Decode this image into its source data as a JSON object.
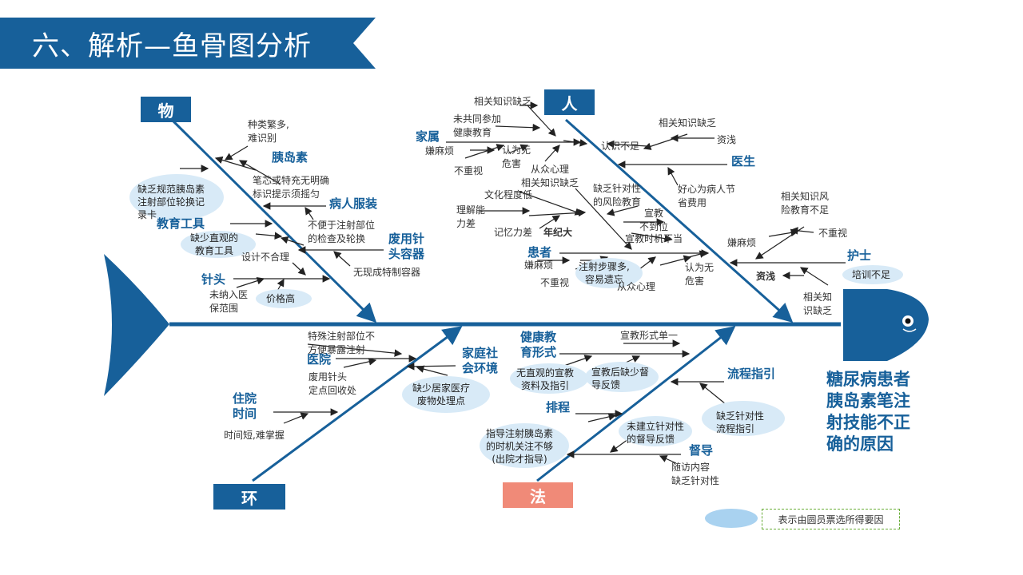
{
  "title": "六、解析—鱼骨图分析",
  "categories": {
    "wu": "物",
    "ren": "人",
    "huan": "环",
    "fa": "法"
  },
  "conclusion": [
    "糖尿病患者",
    "胰岛素笔注",
    "射技能不正",
    "确的原因"
  ],
  "legend": "表示由圆员票选所得要因",
  "wu": {
    "insulin": "胰岛素",
    "insulin_sub1": [
      "种类繁多,",
      "难识别"
    ],
    "insulin_sub2": [
      "笔芯或特充无明确",
      "标识提示须摇匀"
    ],
    "clothing": "病人服装",
    "clothing_sub": [
      "不便于注射部位",
      "的检查及轮换"
    ],
    "sharps": [
      "废用针",
      "头容器"
    ],
    "sharps_sub": "无现成特制容器",
    "edu_tool": "教育工具",
    "edu_bubble": [
      "缺乏规范胰岛素",
      "注射部位轮换记",
      "录卡"
    ],
    "edu_bubble2": [
      "缺少直观的",
      "教育工具"
    ],
    "edu_design": "设计不合理",
    "needle": "针头",
    "needle_sub": [
      "未纳入医",
      "保范围"
    ],
    "needle_price": "价格高"
  },
  "ren": {
    "family": "家属",
    "family_lack": "相关知识缺乏",
    "family_notjoin": [
      "未共同参加",
      "健康教育"
    ],
    "family_trouble": "嫌麻烦",
    "family_ignore": "不重视",
    "family_harmless": [
      "认为无",
      "危害"
    ],
    "family_follow": "从众心理",
    "doctor": "医生",
    "doctor_lack": "相关知识缺乏",
    "doctor_insufficient": "认识不足",
    "doctor_junior": "资浅",
    "doctor_save": [
      "好心为病人节",
      "省费用"
    ],
    "patient": "患者",
    "patient_lack": "相关知识缺乏",
    "patient_culture": "文化程度低",
    "patient_understand": [
      "理解能",
      "力差"
    ],
    "patient_memory": "记忆力差",
    "patient_age": "年纪大",
    "patient_risk": [
      "缺乏针对性",
      "的风险教育"
    ],
    "patient_edu_miss": [
      "宣教",
      "不到位"
    ],
    "patient_timing": "宣教时机不当",
    "patient_trouble": "嫌麻烦",
    "patient_ignore": "不重视",
    "patient_forget": [
      "注射步骤多,",
      "容易遗忘"
    ],
    "patient_follow": "从众心理",
    "patient_harmless": [
      "认为无",
      "危害"
    ],
    "nurse": "护士",
    "nurse_risk": [
      "相关知识风",
      "险教育不足"
    ],
    "nurse_trouble": "嫌麻烦",
    "nurse_ignore": "不重视",
    "nurse_junior": "资浅",
    "nurse_training": "培训不足",
    "nurse_lack": [
      "相关知",
      "识缺乏"
    ]
  },
  "huan": {
    "hospital": "医院",
    "hospital_site": [
      "特殊注射部位不",
      "方便暴露注射"
    ],
    "hospital_recycle": [
      "废用针头",
      "定点回收处"
    ],
    "home": [
      "家庭社",
      "会环境"
    ],
    "home_bubble": [
      "缺少居家医疗",
      "废物处理点"
    ],
    "stay": [
      "住院",
      "时间"
    ],
    "stay_sub": "时间短,难掌握"
  },
  "fa": {
    "health_form": [
      "健康教",
      "育形式"
    ],
    "health_single": "宣教形式单一",
    "health_bubble1": [
      "无直观的宣教",
      "资料及指引"
    ],
    "health_bubble2": [
      "宣教后缺少督",
      "导反馈"
    ],
    "process": "流程指引",
    "process_bubble": [
      "缺乏针对性",
      "流程指引"
    ],
    "schedule": "排程",
    "schedule_bubble": [
      "指导注射胰岛素",
      "的时机关注不够",
      "(出院才指导)"
    ],
    "supervise": "督导",
    "supervise_bubble": [
      "未建立针对性",
      "的督导反馈"
    ],
    "supervise_sub": [
      "随访内容",
      "缺乏针对性"
    ]
  },
  "colors": {
    "primary": "#17609a",
    "law": "#f08a78",
    "bubble": "#d8eaf7",
    "legend_border": "#6aae3a"
  }
}
